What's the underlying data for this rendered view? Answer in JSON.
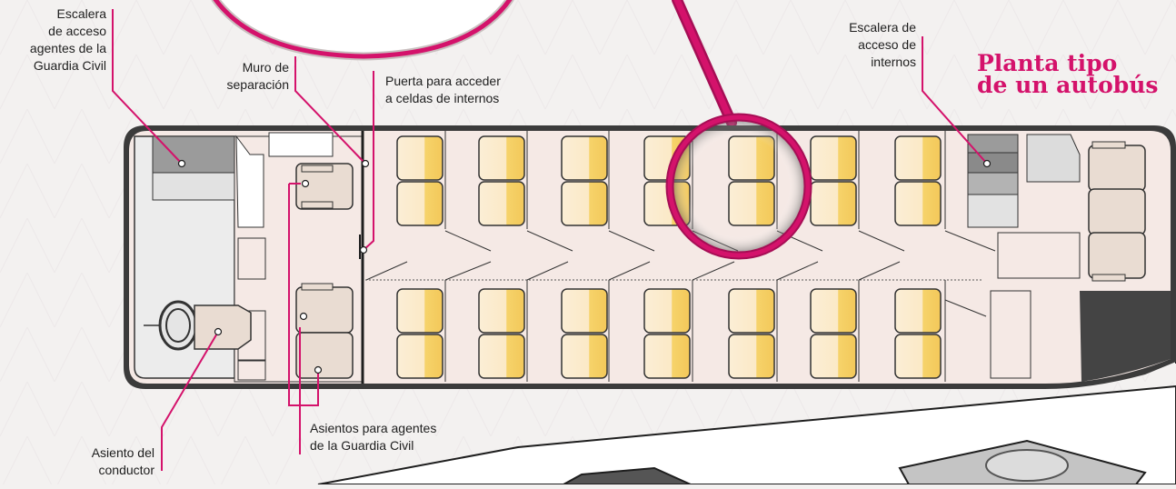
{
  "title": "Planta tipo\nde un autobús",
  "accent_color": "#d4126b",
  "labels": {
    "escalera_agentes": "Escalera\nde acceso\nagentes de la\nGuardia Civil",
    "muro": "Muro de\nseparación",
    "puerta": "Puerta para acceder\na celdas de internos",
    "escalera_internos": "Escalera de\nacceso de\ninternos",
    "asientos_agentes": "Asientos para agentes\nde la Guardia Civil",
    "asiento_conductor": "Asiento del\nconductor"
  },
  "icons": [
    "magnifier-lens-icon",
    "steering-wheel-icon",
    "seat-icon"
  ]
}
